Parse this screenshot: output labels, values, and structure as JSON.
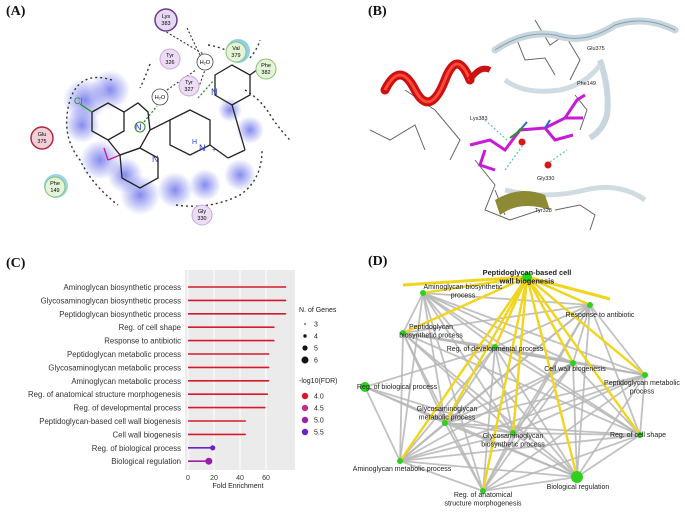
{
  "panel_labels": {
    "a": "(A)",
    "b": "(B)",
    "c": "(C)",
    "d": "(D)"
  },
  "panel_a": {
    "residues": [
      {
        "name": "Lys",
        "num": "383"
      },
      {
        "name": "Tyr",
        "num": "326"
      },
      {
        "name": "Tyr",
        "num": "327"
      },
      {
        "name": "Val",
        "num": "379"
      },
      {
        "name": "Phe",
        "num": "382"
      },
      {
        "name": "Glu",
        "num": "375"
      },
      {
        "name": "Phe",
        "num": "149"
      },
      {
        "name": "Gly",
        "num": "330"
      }
    ],
    "water": [
      "H₂O",
      "H₂O"
    ],
    "atoms": {
      "cl": "Cl",
      "n1": "N",
      "n2": "N",
      "n3": "N",
      "nh": "N",
      "h": "+",
      "water_h": "H"
    }
  },
  "panel_b": {
    "labels": [
      "Glu375",
      "Phe149",
      "Lys383",
      "Gly330",
      "Tyr328"
    ]
  },
  "chart_data": {
    "type": "scatter",
    "categories": [
      "Aminoglycan biosynthetic process",
      "Glycosaminoglycan biosynthetic process",
      "Peptidoglycan biosynthetic process",
      "Reg. of cell shape",
      "Response to antibiotic",
      "Peptidoglycan metabolic process",
      "Glycosaminoglycan metabolic process",
      "Aminoglycan metabolic process",
      "Reg. of anatomical structure morphogenesis",
      "Reg. of developmental process",
      "Peptidoglycan-based cell wall biogenesis",
      "Cell wall biogenesis",
      "Reg. of biological process",
      "Biological regulation"
    ],
    "values": [
      75,
      75,
      75,
      66,
      66,
      62,
      62,
      62,
      61,
      59,
      44,
      44,
      19,
      16
    ],
    "genes": [
      3,
      3,
      3,
      3,
      3,
      3,
      3,
      3,
      3,
      3,
      3,
      3,
      5,
      6
    ],
    "fdr": [
      4.0,
      4.0,
      4.0,
      4.0,
      4.0,
      4.0,
      4.0,
      4.0,
      4.0,
      4.0,
      4.0,
      4.0,
      5.5,
      5.2
    ],
    "xlabel": "Fold Enrichment",
    "xticks": [
      "0",
      "20",
      "40",
      "60"
    ],
    "xlim": [
      0,
      80
    ],
    "legend_size_title": "N. of Genes",
    "legend_size_values": [
      "3",
      "4",
      "5",
      "6"
    ],
    "legend_color_title": "-log10(FDR)",
    "legend_color_values": [
      "4.0",
      "4.5",
      "5.0",
      "5.5"
    ],
    "legend_colors": [
      "#d61a2c",
      "#c0308a",
      "#9a1fa8",
      "#6a22c8"
    ]
  },
  "panel_d": {
    "nodes": [
      {
        "label": "Peptidoglycan-based cell wall biogenesis",
        "bold": true
      },
      {
        "label": "Aminoglycan biosynthetic process"
      },
      {
        "label": "Response to antibiotic"
      },
      {
        "label": "Peptidoglycan biosynthetic process"
      },
      {
        "label": "Reg. of developmental process"
      },
      {
        "label": "Cell wall biogenesis"
      },
      {
        "label": "Reg. of biological process"
      },
      {
        "label": "Peptidoglycan metabolic process"
      },
      {
        "label": "Glycosaminoglycan metabolic process"
      },
      {
        "label": "Glycosaminoglycan biosynthetic process"
      },
      {
        "label": "Reg. of cell shape"
      },
      {
        "label": "Aminoglycan metabolic process"
      },
      {
        "label": "Biological regulation"
      },
      {
        "label": "Reg. of anatomical structure morphogenesis"
      }
    ],
    "colors": {
      "node": "#2fd11f",
      "edge_gray": "#b7b7b7",
      "edge_yellow": "#f1d51c"
    }
  }
}
